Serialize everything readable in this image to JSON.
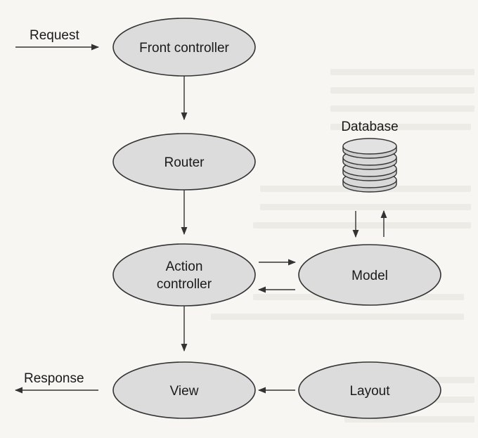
{
  "nodes": {
    "front_controller": "Front controller",
    "router": "Router",
    "action_controller_line1": "Action",
    "action_controller_line2": "controller",
    "model": "Model",
    "view": "View",
    "layout": "Layout",
    "database": "Database"
  },
  "edges": {
    "request": "Request",
    "response": "Response"
  },
  "colors": {
    "node_fill": "#dcdcdc",
    "stroke": "#333333",
    "background": "#f7f6f3"
  }
}
